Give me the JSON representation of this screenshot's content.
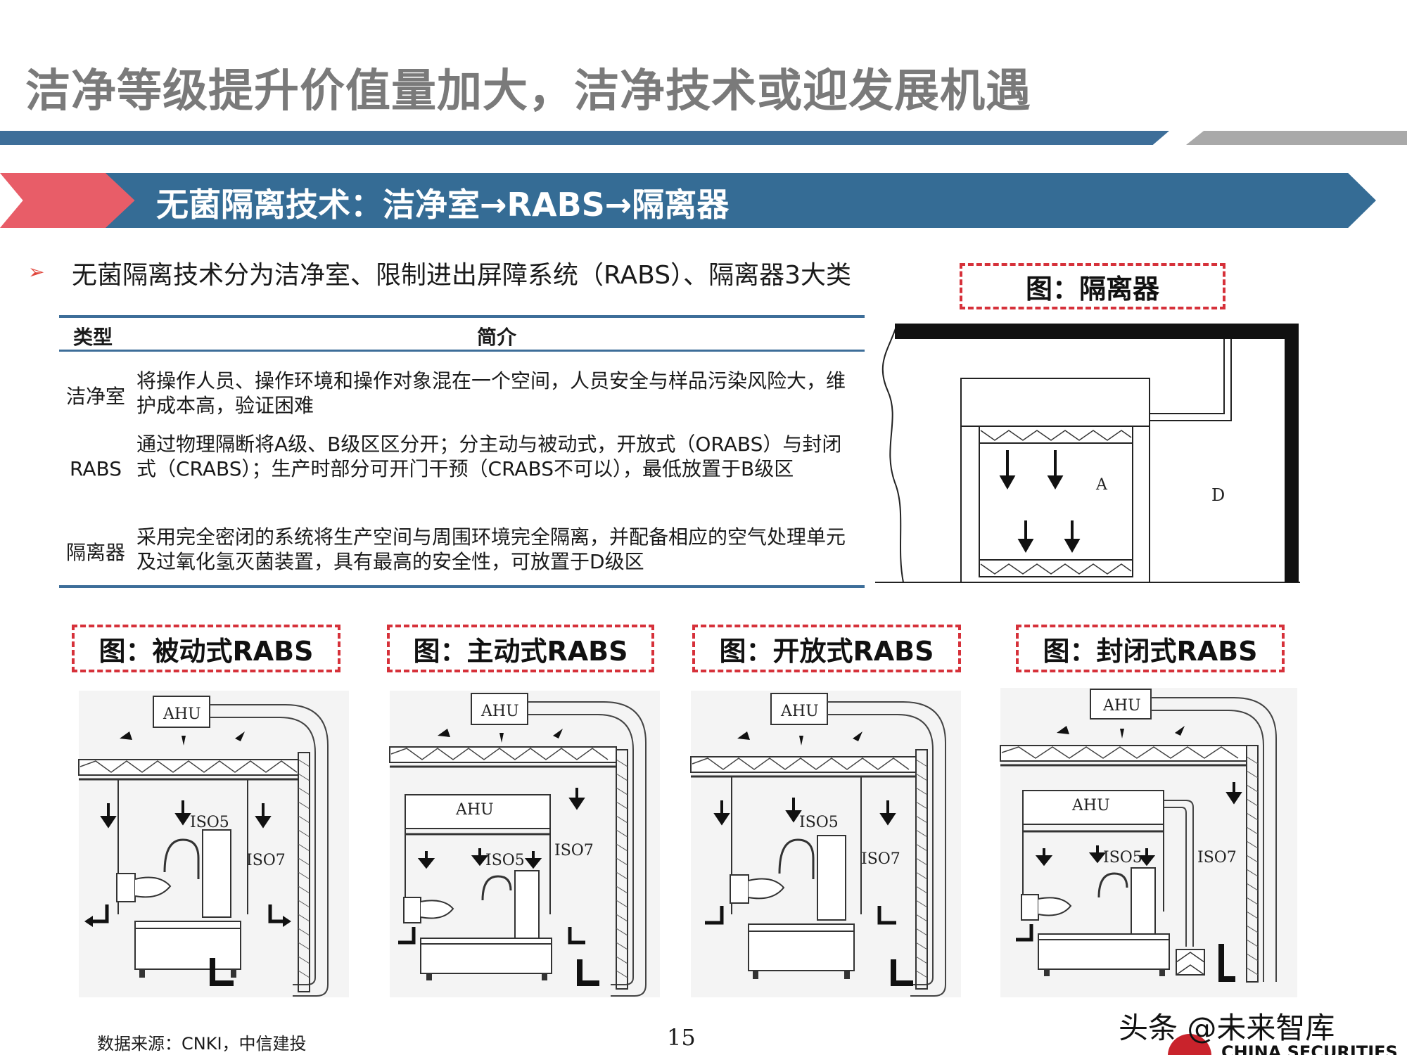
{
  "header": {
    "title": "洁净等级提升价值量加大，洁净技术或迎发展机遇"
  },
  "banner": {
    "text": "无菌隔离技术：洁净室→RABS→隔离器"
  },
  "bullet": {
    "text": "无菌隔离技术分为洁净室、限制进出屏障系统（RABS）、隔离器3大类"
  },
  "table": {
    "headers": [
      "类型",
      "简介"
    ],
    "rows": [
      {
        "type": "洁净室",
        "desc": "将操作人员、操作环境和操作对象混在一个空间，人员安全与样品污染风险大，维护成本高，验证困难"
      },
      {
        "type": "RABS",
        "desc": "通过物理隔断将A级、B级区区分开；分主动与被动式，开放式（ORABS）与封闭式（CRABS）；生产时部分可开门干预（CRABS不可以），最低放置于B级区"
      },
      {
        "type": "隔离器",
        "desc": "采用完全密闭的系统将生产空间与周围环境完全隔离，并配备相应的空气处理单元及过氧化氢灭菌装置，具有最高的安全性，可放置于D级区"
      }
    ]
  },
  "captions": {
    "isolator": "图：隔离器",
    "passive": "图：被动式RABS",
    "active": "图：主动式RABS",
    "open": "图：开放式RABS",
    "closed": "图：封闭式RABS"
  },
  "isolator_labels": {
    "a": "A",
    "d": "D"
  },
  "rabs_labels": {
    "ahu": "AHU",
    "iso5": "ISO5",
    "iso7": "ISO7"
  },
  "footer": {
    "source": "数据来源：CNKI，中信建投",
    "page": "15",
    "watermark": "头条 @未来智库",
    "logo_text": "CHINA SECURITIES"
  }
}
